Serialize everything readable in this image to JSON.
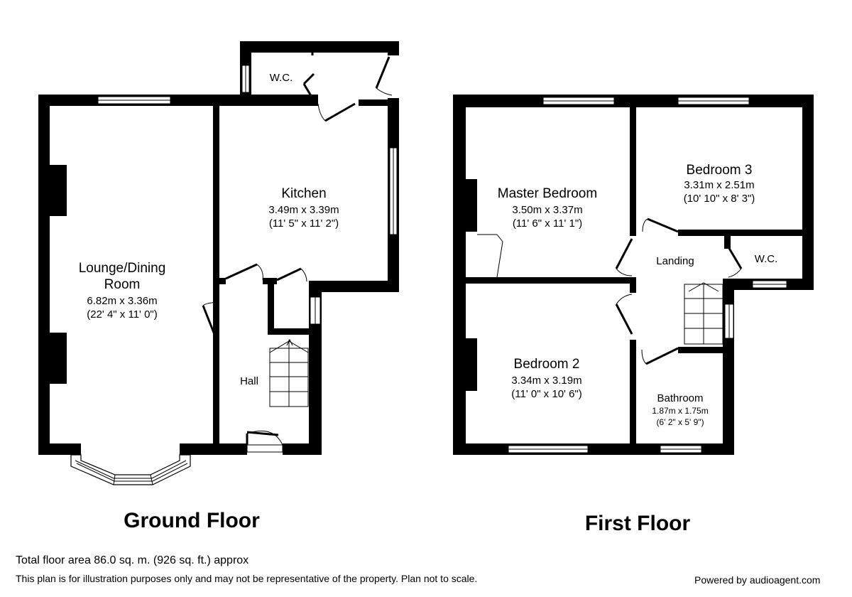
{
  "ground_floor": {
    "title": "Ground Floor",
    "rooms": {
      "lounge": {
        "name_line1": "Lounge/Dining",
        "name_line2": "Room",
        "dim_m": "6.82m x 3.36m",
        "dim_ft": "(22' 4\" x 11' 0\")"
      },
      "kitchen": {
        "name": "Kitchen",
        "dim_m": "3.49m x 3.39m",
        "dim_ft": "(11' 5\" x 11' 2\")"
      },
      "wc": {
        "name": "W.C."
      },
      "hall": {
        "name": "Hall"
      }
    }
  },
  "first_floor": {
    "title": "First Floor",
    "rooms": {
      "master": {
        "name": "Master Bedroom",
        "dim_m": "3.50m x 3.37m",
        "dim_ft": "(11' 6\" x 11' 1\")"
      },
      "bedroom3": {
        "name": "Bedroom 3",
        "dim_m": "3.31m x 2.51m",
        "dim_ft": "(10' 10\" x 8' 3\")"
      },
      "landing": {
        "name": "Landing"
      },
      "wc": {
        "name": "W.C."
      },
      "bedroom2": {
        "name": "Bedroom 2",
        "dim_m": "3.34m x 3.19m",
        "dim_ft": "(11' 0\" x 10' 6\")"
      },
      "bathroom": {
        "name": "Bathroom",
        "dim_m": "1.87m x 1.75m",
        "dim_ft": "(6' 2\" x 5' 9\")"
      }
    }
  },
  "footer": {
    "total_area": "Total floor area 86.0 sq. m. (926 sq. ft.) approx",
    "disclaimer": "This plan is for illustration purposes only and may not be representative of the property. Plan not to scale.",
    "powered_by": "Powered by audioagent.com"
  }
}
